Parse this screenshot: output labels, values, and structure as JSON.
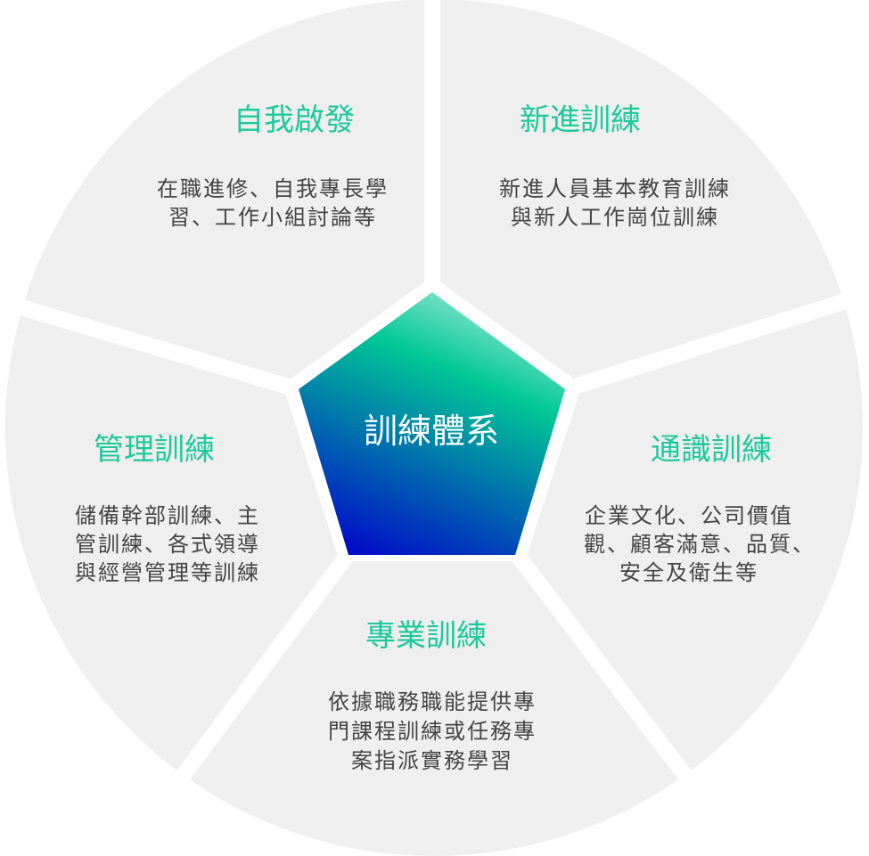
{
  "center": {
    "label": "訓練體系"
  },
  "colors": {
    "title": "#1ec99b",
    "body": "#444444",
    "segment": "#efefef",
    "gradient_start": "#9ae8d4",
    "gradient_mid": "#00c896",
    "gradient_end": "#0010c8"
  },
  "segments": [
    {
      "title": "自我啟發",
      "lines": [
        "在職進修、自我專長學",
        "習、工作小組討論等"
      ]
    },
    {
      "title": "新進訓練",
      "lines": [
        "新進人員基本教育訓練",
        "與新人工作崗位訓練"
      ]
    },
    {
      "title": "通識訓練",
      "lines": [
        "企業文化、公司價值",
        "觀、顧客滿意、品質、",
        "安全及衛生等"
      ]
    },
    {
      "title": "專業訓練",
      "lines": [
        "依據職務職能提供專",
        "門課程訓練或任務專",
        "案指派實務學習"
      ]
    },
    {
      "title": "管理訓練",
      "lines": [
        "儲備幹部訓練、主",
        "管訓練、各式領導",
        "與經營管理等訓練"
      ]
    }
  ]
}
